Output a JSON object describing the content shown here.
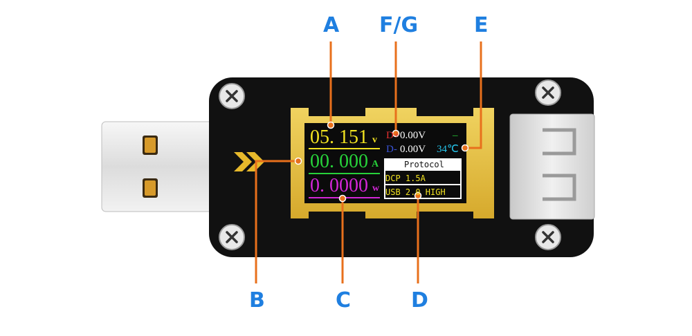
{
  "callouts": {
    "a": "A",
    "fg": "F/G",
    "e": "E",
    "b": "B",
    "c": "C",
    "d": "D"
  },
  "display": {
    "voltage": {
      "value": "05. 151",
      "unit": "v"
    },
    "current": {
      "value": "00. 000",
      "unit": "A"
    },
    "power": {
      "value": "0. 0000",
      "unit": "w"
    },
    "dplus": {
      "label": "D+",
      "value": "0.00V",
      "flag": "–"
    },
    "dminus": {
      "label": "D-",
      "value": "0.00V"
    },
    "temperature": "34℃",
    "protocol_title": "Protocol",
    "protocol_line1": "DCP 1.5A",
    "protocol_line2": "USB 2.0 HIGH"
  },
  "colors": {
    "accent_orange": "#e8701c",
    "callout_blue": "#1f7fe0",
    "voltage_yellow": "#f2e321",
    "current_green": "#27d23a",
    "power_magenta": "#d226d6",
    "temperature_cyan": "#25c4ea",
    "dplus_red": "#e53030",
    "dminus_blue": "#3a54d8",
    "frame_gold": "#e9c64d",
    "body_black": "#111111"
  },
  "icons": [
    "screw-icon",
    "chevron-logo-icon",
    "usb-a-plug",
    "usb-c-port"
  ]
}
